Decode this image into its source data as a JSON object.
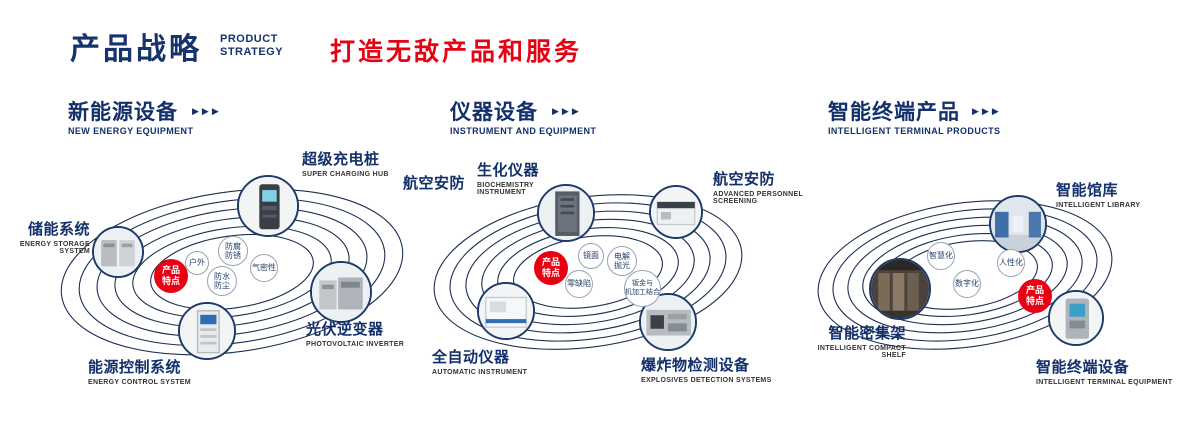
{
  "colors": {
    "navy": "#13306b",
    "red": "#e60113"
  },
  "icons": {
    "triple_chevron": "▶▶▶"
  },
  "header": {
    "title": "产品战略",
    "subtitle": "PRODUCT\nSTRATEGY",
    "tagline": "打造无敌产品和服务"
  },
  "sections": [
    {
      "title": "新能源设备",
      "subtitle": "NEW ENERGY EQUIPMENT",
      "feature_badge": "产品\n特点",
      "features": [
        "户外",
        "防腐\n防锈",
        "气密性",
        "防水\n防尘"
      ],
      "products": [
        {
          "zh": "储能系统",
          "en": "ENERGY STORAGE\nSYSTEM"
        },
        {
          "zh": "超级充电桩",
          "en": "SUPER CHARGING HUB"
        },
        {
          "zh": "光伏逆变器",
          "en": "PHOTOVOLTAIC INVERTER"
        },
        {
          "zh": "能源控制系统",
          "en": "ENERGY CONTROL SYSTEM"
        }
      ]
    },
    {
      "title": "仪器设备",
      "subtitle": "INSTRUMENT AND EQUIPMENT",
      "feature_badge": "产品\n特点",
      "features": [
        "镜面",
        "电解\n抛光",
        "零缺陷",
        "钣金与\n机加工结合"
      ],
      "products": [
        {
          "zh": "航空安防",
          "en": ""
        },
        {
          "zh": "生化仪器",
          "en": "BIOCHEMISTRY\nINSTRUMENT"
        },
        {
          "zh": "航空安防",
          "en": "ADVANCED PERSONNEL\nSCREENING"
        },
        {
          "zh": "全自动仪器",
          "en": "AUTOMATIC INSTRUMENT"
        },
        {
          "zh": "爆炸物检测设备",
          "en": "EXPLOSIVES DETECTION SYSTEMS"
        }
      ]
    },
    {
      "title": "智能终端产品",
      "subtitle": "INTELLIGENT TERMINAL PRODUCTS",
      "feature_badge": "产品\n特点",
      "features": [
        "智慧化",
        "人性化",
        "数字化"
      ],
      "products": [
        {
          "zh": "智能馆库",
          "en": "INTELLIGENT LIBRARY"
        },
        {
          "zh": "智能密集架",
          "en": "INTELLIGENT COMPACT\nSHELF"
        },
        {
          "zh": "智能终端设备",
          "en": "INTELLIGENT TERMINAL EQUIPMENT"
        }
      ]
    }
  ]
}
